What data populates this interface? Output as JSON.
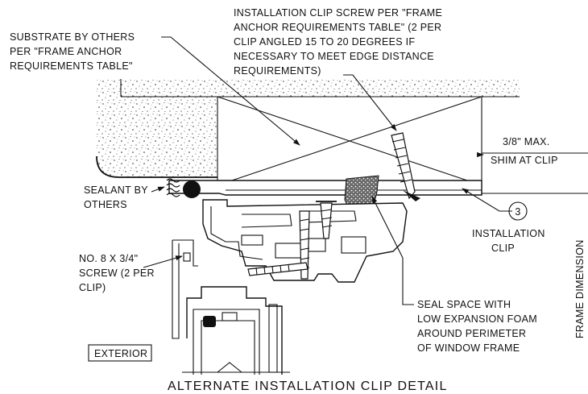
{
  "labels": {
    "clip_screw": [
      "INSTALLATION CLIP SCREW PER \"FRAME",
      "ANCHOR REQUIREMENTS TABLE\" (2 PER",
      "CLIP ANGLED 15 TO 20 DEGREES IF",
      "NECESSARY TO MEET EDGE DISTANCE",
      "REQUIREMENTS)"
    ],
    "substrate": [
      "SUBSTRATE BY OTHERS",
      "PER \"FRAME ANCHOR",
      "REQUIREMENTS TABLE\""
    ],
    "shim": [
      "3/8\" MAX.",
      "SHIM AT CLIP"
    ],
    "sealant": [
      "SEALANT BY",
      "OTHERS"
    ],
    "callout_number": "3",
    "installation_clip": [
      "INSTALLATION",
      "CLIP"
    ],
    "screw": [
      "NO. 8 X 3/4\"",
      "SCREW (2 PER",
      "CLIP)"
    ],
    "seal_space": [
      "SEAL SPACE WITH",
      "LOW EXPANSION FOAM",
      "AROUND PERIMETER",
      "OF WINDOW FRAME"
    ],
    "exterior": "EXTERIOR",
    "frame_dimension": "FRAME DIMENSION",
    "title": "ALTERNATE INSTALLATION CLIP DETAIL"
  }
}
